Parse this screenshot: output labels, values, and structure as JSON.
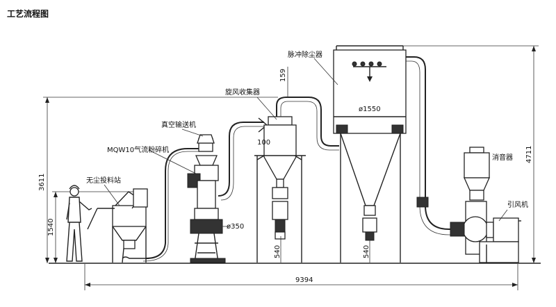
{
  "title": "工艺流程图",
  "labels": {
    "dust_collector": "脉冲除尘器",
    "cyclone": "旋风收集器",
    "vacuum_conveyor": "真空输送机",
    "jet_mill": "MQW10气流粉碎机",
    "feeding_station": "无尘投料站",
    "silencer": "消音器",
    "fan": "引风机"
  },
  "dimensions": {
    "total_length": "9394",
    "height_total": "4711",
    "height_mill": "3611",
    "height_station": "1540",
    "collector_diameter": "ø1550",
    "mill_diameter": "ø350",
    "d159": "159",
    "d100": "100",
    "cyclone_leg": "540",
    "collector_leg": "540"
  }
}
